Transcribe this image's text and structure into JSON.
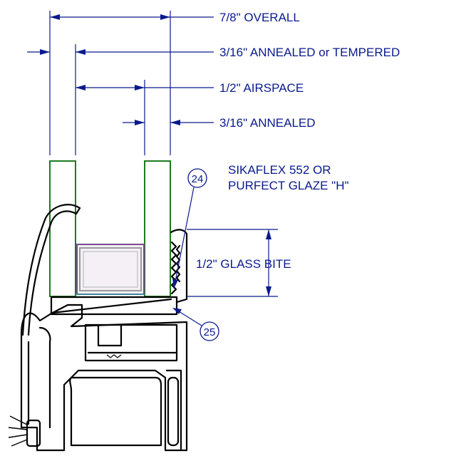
{
  "labels": {
    "overall": "7/8\"  OVERALL",
    "outer_lite": "3/16\"  ANNEALED or TEMPERED",
    "airspace": "1/2\"  AIRSPACE",
    "inner_lite": "3/16\"  ANNEALED",
    "sealant_line1": "SIKAFLEX 552 OR",
    "sealant_line2": "PURFECT GLAZE \"H\"",
    "glass_bite": "1/2\"  GLASS BITE"
  },
  "callouts": {
    "c24": "24",
    "c25": "25"
  },
  "colors": {
    "dimension": "#0a1a8c",
    "glass": "#1f7a1f",
    "spacer": "#8a5a9a",
    "profile": "#000000"
  }
}
